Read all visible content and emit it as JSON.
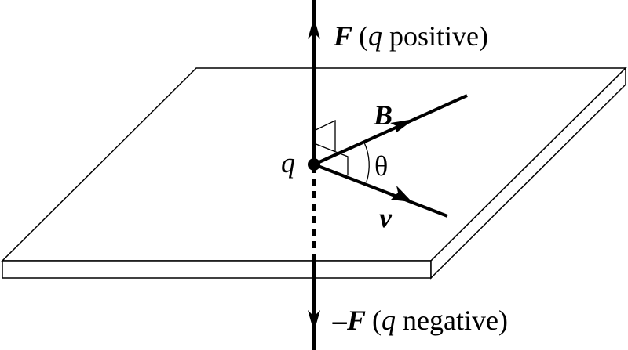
{
  "labels": {
    "force_positive_symbol": "F",
    "force_positive_open": "(",
    "force_positive_q": "q",
    "force_positive_text": " positive)",
    "force_negative_symbol": "–F",
    "force_negative_open": "(",
    "force_negative_q": "q",
    "force_negative_text": " negative)",
    "magnetic_field": "B",
    "velocity": "v",
    "charge": "q",
    "angle": "θ"
  }
}
